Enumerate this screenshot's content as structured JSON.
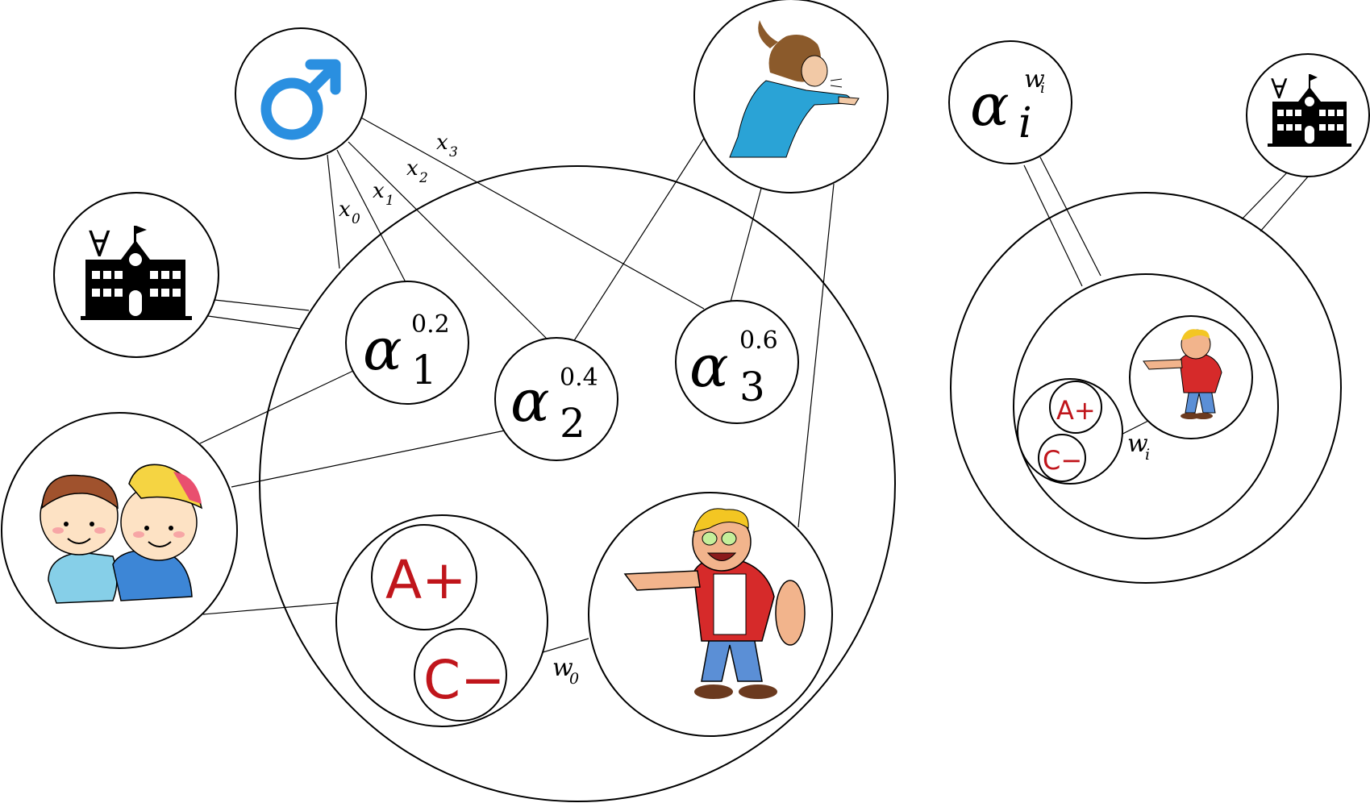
{
  "edge_labels": {
    "x0": "x",
    "x0_sub": "0",
    "x1": "x",
    "x1_sub": "1",
    "x2": "x",
    "x2_sub": "2",
    "x3": "x",
    "x3_sub": "3",
    "w0": "w",
    "w0_sub": "0",
    "wi": "w",
    "wi_sub": "i"
  },
  "alpha_nodes": [
    {
      "symbol": "α",
      "sub": "1",
      "sup": "0.2"
    },
    {
      "symbol": "α",
      "sub": "2",
      "sup": "0.4"
    },
    {
      "symbol": "α",
      "sub": "3",
      "sup": "0.6"
    }
  ],
  "alpha_generic": {
    "symbol": "α",
    "sub": "i",
    "sup_base": "w",
    "sup_sub": "i"
  },
  "grades": {
    "a_plus": "A+",
    "c_minus": "C−"
  },
  "icons": {
    "male": "male-symbol-icon",
    "school": "school-building-icon",
    "forall": "∀",
    "teacher": "scolding-teacher-icon",
    "friends": "two-boys-friends-icon",
    "bully": "pointing-bully-icon"
  },
  "colors": {
    "male": "#2a8fe0",
    "grade": "#c0151b",
    "teacher_shirt": "#2aa3d6",
    "bully_shirt": "#d62a2a",
    "jeans": "#5b8fd6"
  }
}
